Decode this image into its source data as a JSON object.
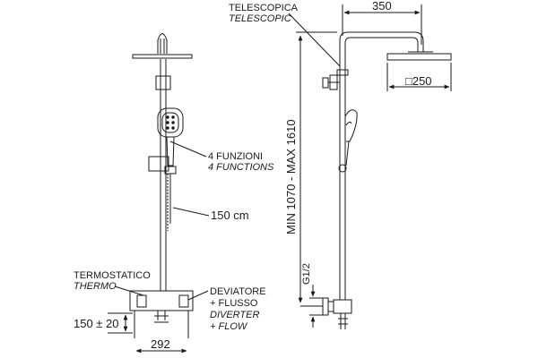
{
  "labels": {
    "functions_it": "4 FUNZIONI",
    "functions_en": "4 FUNCTIONS",
    "hose_length": "150 cm",
    "thermo_it": "TERMOSTATICO",
    "thermo_en": "THERMO",
    "diverter_it": "DEVIATORE",
    "diverter_it2": "+ FLUSSO",
    "diverter_en": "DIVERTER",
    "diverter_en2": "+ FLOW",
    "spacing": "150 ± 20",
    "width_mixer": "292",
    "telescopic_it": "TELESCOPICA",
    "telescopic_en": "TELESCOPIC",
    "arm_length": "350",
    "head_size": "□250",
    "height_range": "MIN 1070 - MAX 1610",
    "thread": "G1/2"
  },
  "colors": {
    "line": "#1a1a1a"
  }
}
